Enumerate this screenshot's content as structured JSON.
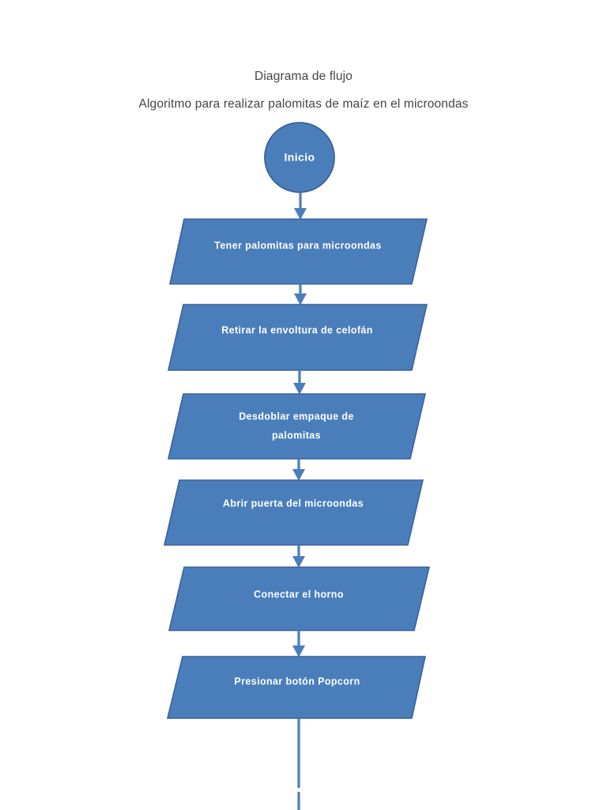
{
  "document": {
    "title_line_1": "Diagrama de flujo",
    "title_line_2": "Algoritmo para realizar palomitas de maíz en el microondas",
    "background_color": "#ffffff",
    "title_color": "#454545"
  },
  "theme": {
    "shape_fill": "#4a7ebb",
    "shape_border": "#3a6199",
    "shape_text": "#ffffff",
    "connector_color": "#4a7ebb"
  },
  "chart_data": {
    "type": "diagram",
    "diagram_kind": "flowchart",
    "orientation": "top-to-bottom",
    "title": "Diagrama de flujo",
    "subtitle": "Algoritmo para realizar palomitas de maíz en el microondas",
    "nodes": [
      {
        "id": "n1",
        "shape": "circle",
        "role": "terminator-start",
        "label": "Inicio",
        "lines": [
          "Inicio"
        ]
      },
      {
        "id": "n2",
        "shape": "parallelogram",
        "role": "input-output",
        "label": "Tener palomitas para microondas",
        "lines": [
          "Tener palomitas para microondas"
        ]
      },
      {
        "id": "n3",
        "shape": "parallelogram",
        "role": "input-output",
        "label": "Retirar la envoltura de celofán",
        "lines": [
          "Retirar la envoltura de celofán"
        ]
      },
      {
        "id": "n4",
        "shape": "parallelogram",
        "role": "input-output",
        "label": "Desdoblar empaque de palomitas",
        "lines": [
          "Desdoblar empaque de",
          "palomitas"
        ]
      },
      {
        "id": "n5",
        "shape": "parallelogram",
        "role": "input-output",
        "label": "Abrir puerta del microondas",
        "lines": [
          "Abrir puerta del microondas"
        ]
      },
      {
        "id": "n6",
        "shape": "parallelogram",
        "role": "input-output",
        "label": "Conectar el horno",
        "lines": [
          "Conectar el horno"
        ]
      },
      {
        "id": "n7",
        "shape": "parallelogram",
        "role": "input-output",
        "label": "Presionar botón Popcorn",
        "lines": [
          "Presionar botón Popcorn"
        ]
      }
    ],
    "edges": [
      {
        "from": "n1",
        "to": "n2",
        "arrow": true
      },
      {
        "from": "n2",
        "to": "n3",
        "arrow": true
      },
      {
        "from": "n3",
        "to": "n4",
        "arrow": true
      },
      {
        "from": "n4",
        "to": "n5",
        "arrow": true
      },
      {
        "from": "n5",
        "to": "n6",
        "arrow": true
      },
      {
        "from": "n6",
        "to": "n7",
        "arrow": true
      },
      {
        "from": "n7",
        "to": "continues-below-page",
        "arrow": false
      }
    ]
  }
}
